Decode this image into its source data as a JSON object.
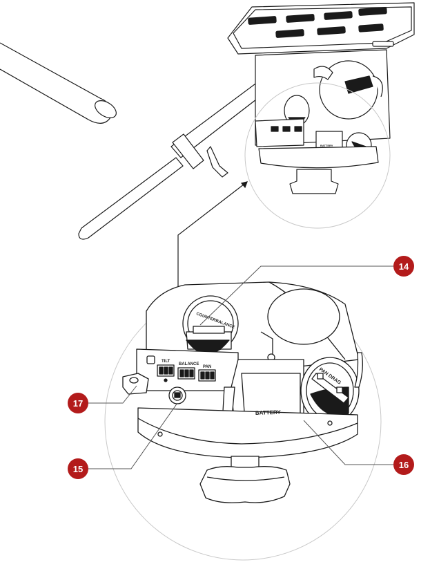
{
  "colors": {
    "badge": "#b31b1b",
    "line": "#1a1a1a",
    "circle": "#c8c8c8",
    "callout": "#555555",
    "fill_dark": "#111111"
  },
  "callouts": [
    {
      "number": "14",
      "target": "counterbalance-knob"
    },
    {
      "number": "17",
      "target": "bubble-level"
    },
    {
      "number": "15",
      "target": "illumination-button"
    },
    {
      "number": "16",
      "target": "pan-drag-knob"
    }
  ],
  "panel_labels": {
    "tilt": "TILT",
    "balance": "BALANCE",
    "pan": "PAN",
    "battery": "BATTERY",
    "counterbalance": "COUNTERBALANCE",
    "pan_drag": "PAN DRAG",
    "small_battery": "BATTERY"
  }
}
